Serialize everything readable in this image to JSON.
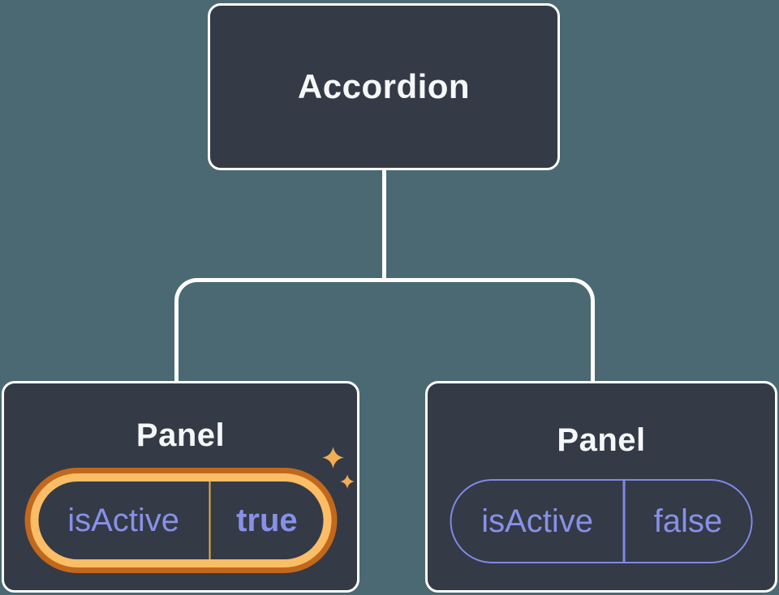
{
  "canvas": {
    "background_color": "#4B6972"
  },
  "palette": {
    "card_fill": "#343A46",
    "connector_line": "#FFFFFF",
    "title_text": "#F6F7F9",
    "prop_text_purple": "#8791E8",
    "prop_border_purple": "#7E8AE5",
    "highlight_outer_orange": "#C2681C",
    "highlight_inner_gold": "#FBBD66",
    "highlight_divider_gold": "#E8A94E",
    "sparkle_gold": "#F3AD55"
  },
  "diagram": {
    "root": {
      "title": "Accordion"
    },
    "panels": [
      {
        "title": "Panel",
        "prop_name": "isActive",
        "prop_value": "true",
        "highlighted": true
      },
      {
        "title": "Panel",
        "prop_name": "isActive",
        "prop_value": "false",
        "highlighted": false
      }
    ]
  }
}
